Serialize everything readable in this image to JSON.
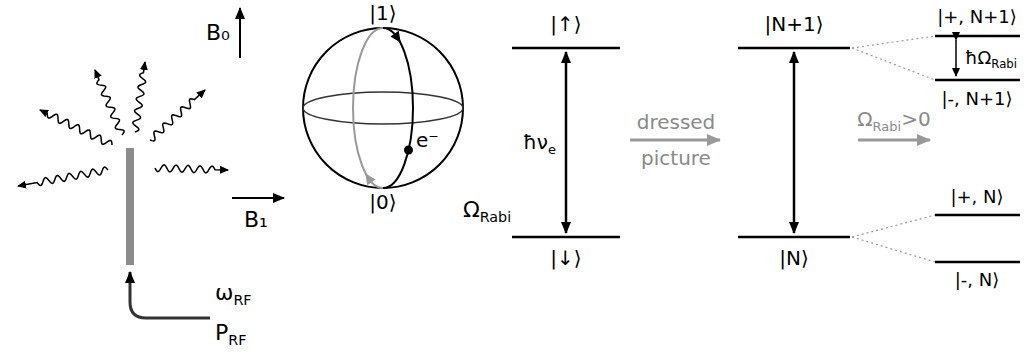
{
  "diagram": {
    "labels": [
      "B₀",
      "|1⟩",
      "e⁻",
      "|0⟩",
      "ΩRabi",
      "B₁",
      "ωRF",
      "PRF",
      "|↑⟩",
      "ħνe",
      "|↓⟩",
      "dressed picture",
      "|N+1⟩",
      "|N⟩",
      "ΩRabi>0",
      "|+, N+1⟩",
      "ħΩRabi",
      "|-, N+1⟩",
      "|+, N⟩",
      "|-, N⟩"
    ]
  }
}
